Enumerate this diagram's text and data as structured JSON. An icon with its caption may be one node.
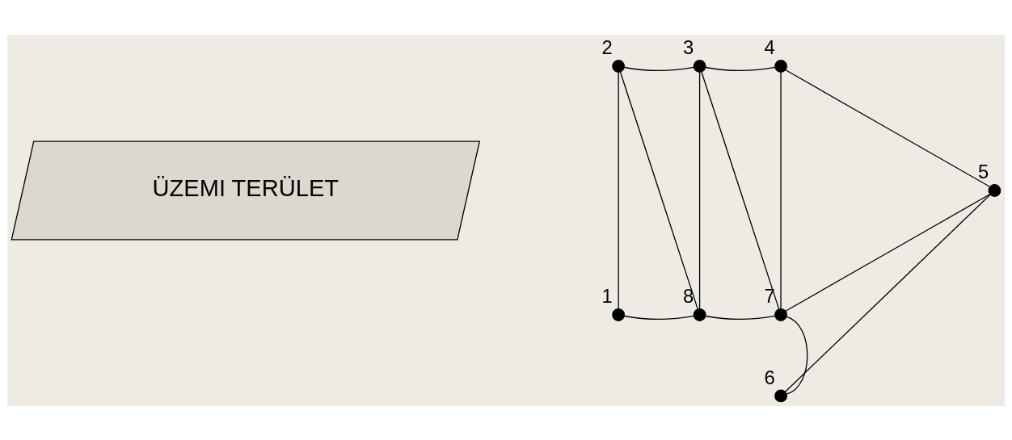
{
  "diagram": {
    "nodes": [
      {
        "text": [],
        "shape": "circle",
        "beside": [
          "1"
        ]
      },
      {
        "text": [],
        "shape": "circle",
        "beside": [
          "2"
        ]
      },
      {
        "text": [],
        "shape": "circle",
        "beside": [
          "3"
        ]
      },
      {
        "text": [],
        "shape": "circle",
        "beside": [
          "4"
        ]
      },
      {
        "text": [],
        "shape": "circle",
        "beside": [
          "5"
        ]
      },
      {
        "text": [],
        "shape": "circle",
        "beside": [
          "6"
        ]
      },
      {
        "text": [],
        "shape": "circle",
        "beside": [
          "7"
        ]
      },
      {
        "text": [],
        "shape": "circle",
        "beside": [
          "8"
        ]
      },
      {
        "text": [
          "ÜZEMI TERÜLET"
        ]
      }
    ],
    "edges": [
      {
        "from": 0,
        "to": 1,
        "arrow": "none"
      },
      {
        "from": 0,
        "to": 7,
        "arrow": "none"
      },
      {
        "from": 1,
        "to": 2,
        "arrow": "none"
      },
      {
        "from": 1,
        "to": 7,
        "arrow": "none"
      },
      {
        "from": 2,
        "to": 3,
        "arrow": "none"
      },
      {
        "from": 2,
        "to": 7,
        "arrow": "none"
      },
      {
        "from": 2,
        "to": 6,
        "arrow": "none"
      },
      {
        "from": 3,
        "to": 6,
        "arrow": "none"
      },
      {
        "from": 3,
        "to": 4,
        "arrow": "none"
      },
      {
        "from": 4,
        "to": 6,
        "arrow": "none"
      },
      {
        "from": 4,
        "to": 5,
        "arrow": "none"
      },
      {
        "from": 5,
        "to": 6,
        "arrow": "none"
      },
      {
        "from": 7,
        "to": 6,
        "arrow": "none"
      }
    ]
  }
}
